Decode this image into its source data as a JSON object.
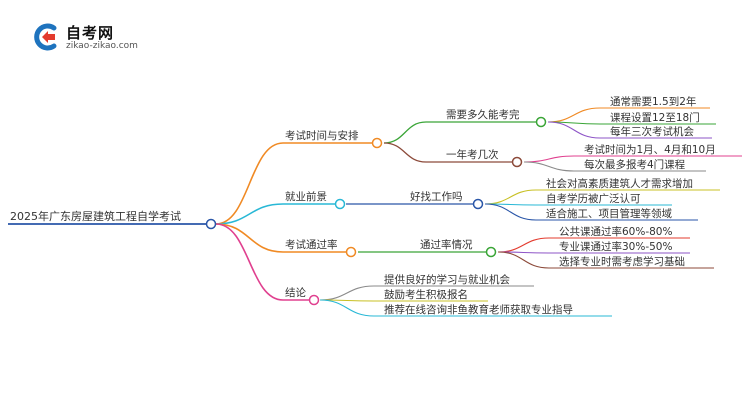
{
  "brand": {
    "name": "自考网",
    "domain": "zikao-zikao.com",
    "colors": {
      "blue": "#1e73be",
      "red": "#e33b2e"
    }
  },
  "root": {
    "label": "2025年广东房屋建筑工程自学考试"
  },
  "branches": [
    {
      "label": "考试时间与安排",
      "color": "#f08a24",
      "subs": [
        {
          "label": "需要多久能考完",
          "color": "#3aa537",
          "leaves": [
            {
              "label": "通常需要1.5到2年",
              "color": "#f08a24"
            },
            {
              "label": "课程设置12至18门",
              "color": "#3aa537"
            },
            {
              "label": "每年三次考试机会",
              "color": "#8e55c7"
            }
          ]
        },
        {
          "label": "一年考几次",
          "color": "#8c4a3a",
          "leaves": [
            {
              "label": "考试时间为1月、4月和10月",
              "color": "#e0408f"
            },
            {
              "label": "每次最多报考4门课程",
              "color": "#8a8a8a"
            }
          ]
        }
      ]
    },
    {
      "label": "就业前景",
      "color": "#29b8d6",
      "subs": [
        {
          "label": "好找工作吗",
          "color": "#2a56a8",
          "leaves": [
            {
              "label": "社会对高素质建筑人才需求增加",
              "color": "#c8c024"
            },
            {
              "label": "自考学历被广泛认可",
              "color": "#29b8d6"
            },
            {
              "label": "适合施工、项目管理等领域",
              "color": "#2a56a8"
            }
          ]
        }
      ]
    },
    {
      "label": "考试通过率",
      "color": "#f08a24",
      "subs": [
        {
          "label": "通过率情况",
          "color": "#3aa537",
          "leaves": [
            {
              "label": "公共课通过率60%-80%",
              "color": "#e33b2e"
            },
            {
              "label": "专业课通过率30%-50%",
              "color": "#8e55c7"
            },
            {
              "label": "选择专业时需考虑学习基础",
              "color": "#8c4a3a"
            }
          ]
        }
      ]
    },
    {
      "label": "结论",
      "color": "#e0408f",
      "subs": [],
      "leaves": [
        {
          "label": "提供良好的学习与就业机会",
          "color": "#8a8a8a"
        },
        {
          "label": "鼓励考生积极报名",
          "color": "#c8c024"
        },
        {
          "label": "推荐在线咨询非鱼教育老师获取专业指导",
          "color": "#29b8d6"
        }
      ]
    }
  ]
}
